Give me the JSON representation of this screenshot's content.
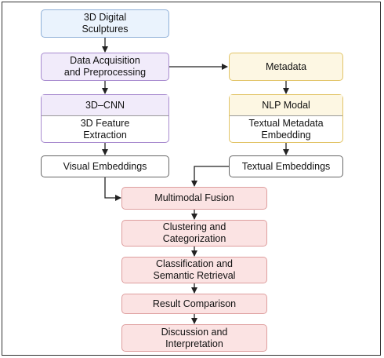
{
  "nodes": {
    "sculptures": "3D Digital\nSculptures",
    "acquisition": "Data Acquisition\nand Preprocessing",
    "metadata": "Metadata",
    "cnn_head": "3D–CNN",
    "cnn_body": "3D Feature\nExtraction",
    "nlp_head": "NLP Modal",
    "nlp_body": "Textual Metadata\nEmbedding",
    "visual_emb": "Visual Embeddings",
    "textual_emb": "Textual Embeddings",
    "fusion": "Multimodal Fusion",
    "clustering": "Clustering and\nCategorization",
    "classification": "Classification and\nSemantic Retrieval",
    "comparison": "Result Comparison",
    "discussion": "Discussion and\nInterpretation"
  },
  "colors": {
    "blue": "#eaf3fd",
    "purple": "#f1ebfa",
    "yellow": "#fdf7e3",
    "pink": "#fbe3e3",
    "arrow": "#222222"
  }
}
